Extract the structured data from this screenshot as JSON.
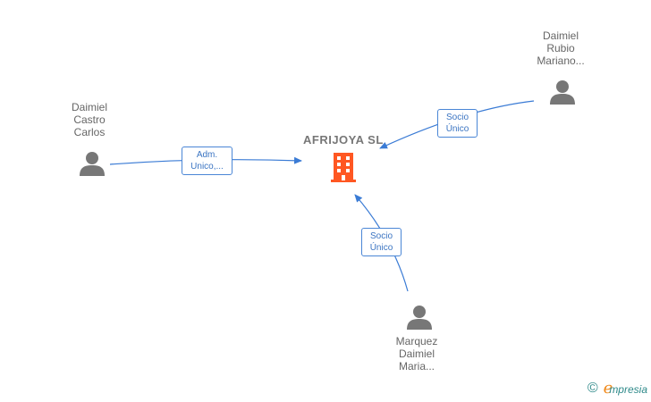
{
  "company": {
    "name": "AFRIJOYA SL",
    "icon": "building-icon",
    "color": "#ff5722"
  },
  "people": [
    {
      "id": "castro",
      "lines": [
        "Daimiel",
        "Castro",
        "Carlos"
      ],
      "icon": "person-icon"
    },
    {
      "id": "rubio",
      "lines": [
        "Daimiel",
        "Rubio",
        "Mariano..."
      ],
      "icon": "person-icon"
    },
    {
      "id": "marquez",
      "lines": [
        "Marquez",
        "Daimiel",
        "Maria..."
      ],
      "icon": "person-icon"
    }
  ],
  "relations": [
    {
      "from": "castro",
      "label_lines": [
        "Adm.",
        "Unico,..."
      ]
    },
    {
      "from": "rubio",
      "label_lines": [
        "Socio",
        "Único"
      ]
    },
    {
      "from": "marquez",
      "label_lines": [
        "Socio",
        "Único"
      ]
    }
  ],
  "footer": {
    "copyright": "©",
    "brand_initial": "e",
    "brand_rest": "mpresia"
  },
  "colors": {
    "edge": "#3a7bd5",
    "person": "#777777",
    "text": "#666666"
  }
}
